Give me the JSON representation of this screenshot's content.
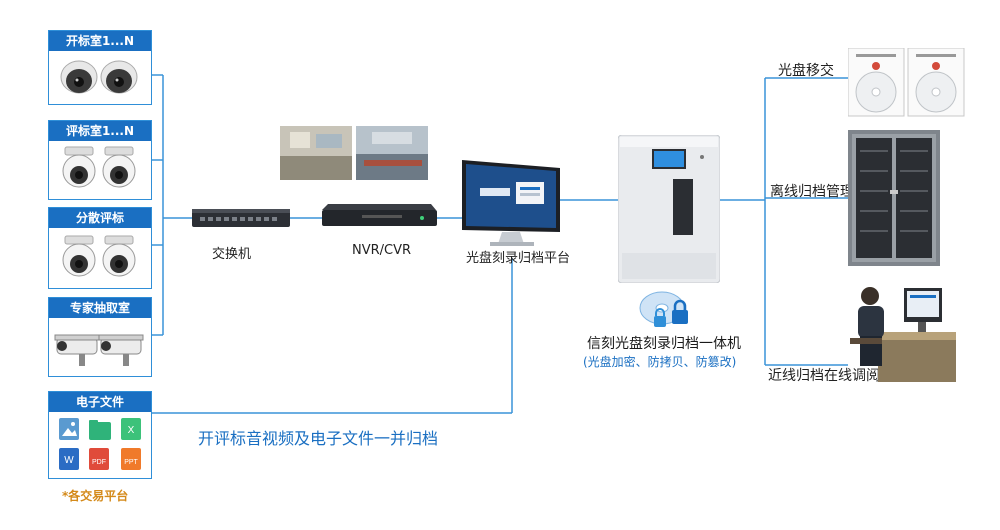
{
  "sources": [
    {
      "title": "开标室1...N",
      "icon": "dome-camera-dark-icon"
    },
    {
      "title": "评标室1...N",
      "icon": "dome-camera-white-icon"
    },
    {
      "title": "分散评标",
      "icon": "dome-camera-white-icon"
    },
    {
      "title": "专家抽取室",
      "icon": "bullet-camera-icon"
    },
    {
      "title": "电子文件",
      "icon": "file-icons"
    }
  ],
  "nodes": {
    "switch": "交换机",
    "nvr": "NVR/CVR",
    "platform": "光盘刻录归档平台",
    "integrated_title": "信刻光盘刻录归档一体机",
    "integrated_subtitle": "(光盘加密、防拷贝、防篡改)"
  },
  "outputs": {
    "disc_transfer": "光盘移交",
    "offline": "离线归档管理",
    "nearline": "近线归档在线调阅"
  },
  "flow_label": "开评标音视频及电子文件一并归档",
  "note": "*各交易平台",
  "file_badges": [
    "X",
    "W",
    "PDF",
    "PPT"
  ],
  "colors": {
    "accent": "#1a6fc2",
    "line": "#3a94d8",
    "note": "#d48a1a"
  }
}
